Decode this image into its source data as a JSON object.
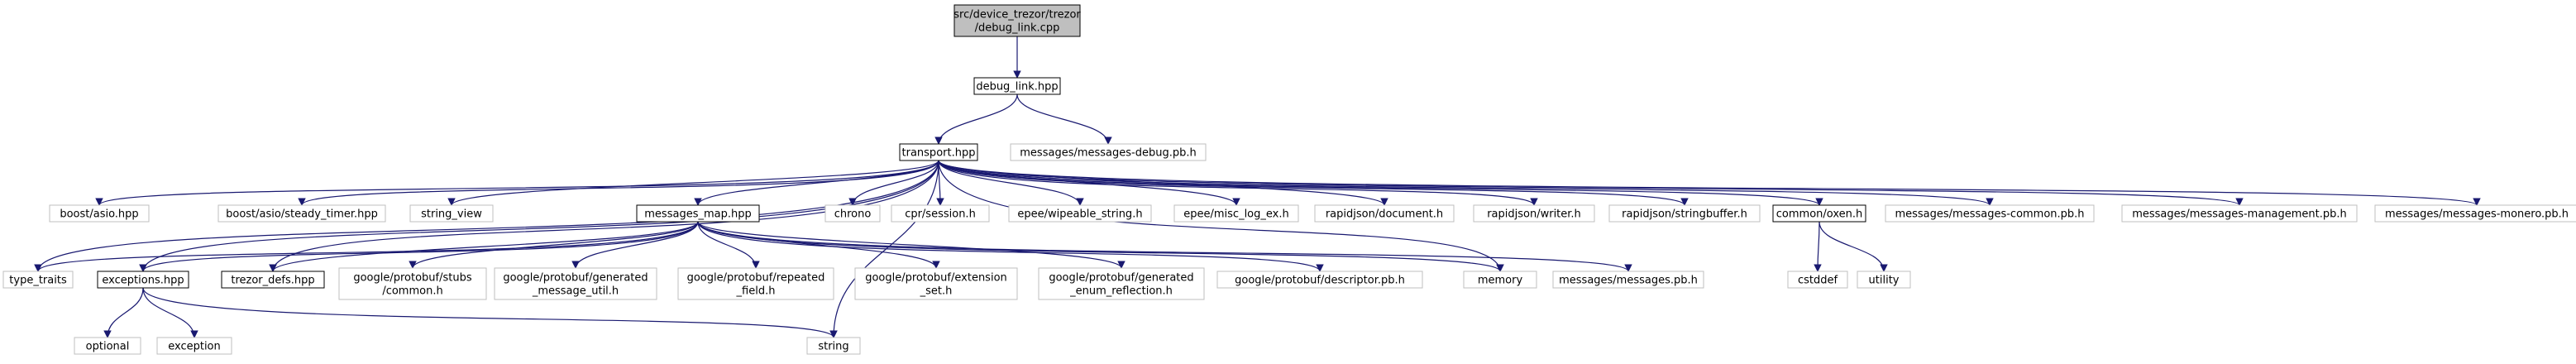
{
  "colors": {
    "edge": "#191970",
    "gray_border": "#bfbfbf",
    "black_border": "#000000",
    "root_fill": "#bfbfbf",
    "node_fill": "#ffffff"
  },
  "nodes": [
    {
      "id": "root",
      "lines": [
        "src/device_trezor/trezor",
        "/debug_link.cpp"
      ],
      "style": "root"
    },
    {
      "id": "debug_link",
      "lines": [
        "debug_link.hpp"
      ],
      "style": "black"
    },
    {
      "id": "transport",
      "lines": [
        "transport.hpp"
      ],
      "style": "black"
    },
    {
      "id": "msg_debug",
      "lines": [
        "messages/messages-debug.pb.h"
      ],
      "style": "gray"
    },
    {
      "id": "boost_asio",
      "lines": [
        "boost/asio.hpp"
      ],
      "style": "gray"
    },
    {
      "id": "steady_timer",
      "lines": [
        "boost/asio/steady_timer.hpp"
      ],
      "style": "gray"
    },
    {
      "id": "string_view",
      "lines": [
        "string_view"
      ],
      "style": "gray"
    },
    {
      "id": "messages_map",
      "lines": [
        "messages_map.hpp"
      ],
      "style": "black"
    },
    {
      "id": "chrono",
      "lines": [
        "chrono"
      ],
      "style": "gray"
    },
    {
      "id": "cpr",
      "lines": [
        "cpr/session.h"
      ],
      "style": "gray"
    },
    {
      "id": "wipeable",
      "lines": [
        "epee/wipeable_string.h"
      ],
      "style": "gray"
    },
    {
      "id": "misc_log",
      "lines": [
        "epee/misc_log_ex.h"
      ],
      "style": "gray"
    },
    {
      "id": "rj_document",
      "lines": [
        "rapidjson/document.h"
      ],
      "style": "gray"
    },
    {
      "id": "rj_writer",
      "lines": [
        "rapidjson/writer.h"
      ],
      "style": "gray"
    },
    {
      "id": "rj_stringbuffer",
      "lines": [
        "rapidjson/stringbuffer.h"
      ],
      "style": "gray"
    },
    {
      "id": "oxen",
      "lines": [
        "common/oxen.h"
      ],
      "style": "black"
    },
    {
      "id": "msg_common",
      "lines": [
        "messages/messages-common.pb.h"
      ],
      "style": "gray"
    },
    {
      "id": "msg_mgmt",
      "lines": [
        "messages/messages-management.pb.h"
      ],
      "style": "gray"
    },
    {
      "id": "msg_monero",
      "lines": [
        "messages/messages-monero.pb.h"
      ],
      "style": "gray"
    },
    {
      "id": "type_traits",
      "lines": [
        "type_traits"
      ],
      "style": "gray"
    },
    {
      "id": "exceptions",
      "lines": [
        "exceptions.hpp"
      ],
      "style": "black"
    },
    {
      "id": "trezor_defs",
      "lines": [
        "trezor_defs.hpp"
      ],
      "style": "black"
    },
    {
      "id": "pb_stubs",
      "lines": [
        "google/protobuf/stubs",
        "/common.h"
      ],
      "style": "gray"
    },
    {
      "id": "pb_gen_msg",
      "lines": [
        "google/protobuf/generated",
        "_message_util.h"
      ],
      "style": "gray"
    },
    {
      "id": "pb_repeated",
      "lines": [
        "google/protobuf/repeated",
        "_field.h"
      ],
      "style": "gray"
    },
    {
      "id": "pb_ext",
      "lines": [
        "google/protobuf/extension",
        "_set.h"
      ],
      "style": "gray"
    },
    {
      "id": "pb_gen_enum",
      "lines": [
        "google/protobuf/generated",
        "_enum_reflection.h"
      ],
      "style": "gray"
    },
    {
      "id": "pb_desc",
      "lines": [
        "google/protobuf/descriptor.pb.h"
      ],
      "style": "gray"
    },
    {
      "id": "memory",
      "lines": [
        "memory"
      ],
      "style": "gray"
    },
    {
      "id": "msg_pb",
      "lines": [
        "messages/messages.pb.h"
      ],
      "style": "gray"
    },
    {
      "id": "cstddef",
      "lines": [
        "cstddef"
      ],
      "style": "gray"
    },
    {
      "id": "utility",
      "lines": [
        "utility"
      ],
      "style": "gray"
    },
    {
      "id": "optional",
      "lines": [
        "optional"
      ],
      "style": "gray"
    },
    {
      "id": "exception",
      "lines": [
        "exception"
      ],
      "style": "gray"
    },
    {
      "id": "string",
      "lines": [
        "string"
      ],
      "style": "gray"
    }
  ],
  "edges": [
    [
      "root",
      "debug_link"
    ],
    [
      "debug_link",
      "transport"
    ],
    [
      "debug_link",
      "msg_debug"
    ],
    [
      "transport",
      "boost_asio"
    ],
    [
      "transport",
      "steady_timer"
    ],
    [
      "transport",
      "string_view"
    ],
    [
      "transport",
      "messages_map"
    ],
    [
      "transport",
      "chrono"
    ],
    [
      "transport",
      "cpr"
    ],
    [
      "transport",
      "wipeable"
    ],
    [
      "transport",
      "misc_log"
    ],
    [
      "transport",
      "rj_document"
    ],
    [
      "transport",
      "rj_writer"
    ],
    [
      "transport",
      "rj_stringbuffer"
    ],
    [
      "transport",
      "oxen"
    ],
    [
      "transport",
      "msg_common"
    ],
    [
      "transport",
      "msg_mgmt"
    ],
    [
      "transport",
      "msg_monero"
    ],
    [
      "transport",
      "type_traits"
    ],
    [
      "transport",
      "exceptions"
    ],
    [
      "transport",
      "trezor_defs"
    ],
    [
      "transport",
      "memory"
    ],
    [
      "transport",
      "string"
    ],
    [
      "messages_map",
      "type_traits"
    ],
    [
      "messages_map",
      "exceptions"
    ],
    [
      "messages_map",
      "trezor_defs"
    ],
    [
      "messages_map",
      "pb_stubs"
    ],
    [
      "messages_map",
      "pb_gen_msg"
    ],
    [
      "messages_map",
      "pb_repeated"
    ],
    [
      "messages_map",
      "pb_ext"
    ],
    [
      "messages_map",
      "pb_gen_enum"
    ],
    [
      "messages_map",
      "pb_desc"
    ],
    [
      "messages_map",
      "memory"
    ],
    [
      "messages_map",
      "msg_pb"
    ],
    [
      "oxen",
      "cstddef"
    ],
    [
      "oxen",
      "utility"
    ],
    [
      "exceptions",
      "optional"
    ],
    [
      "exceptions",
      "exception"
    ],
    [
      "exceptions",
      "string"
    ]
  ]
}
